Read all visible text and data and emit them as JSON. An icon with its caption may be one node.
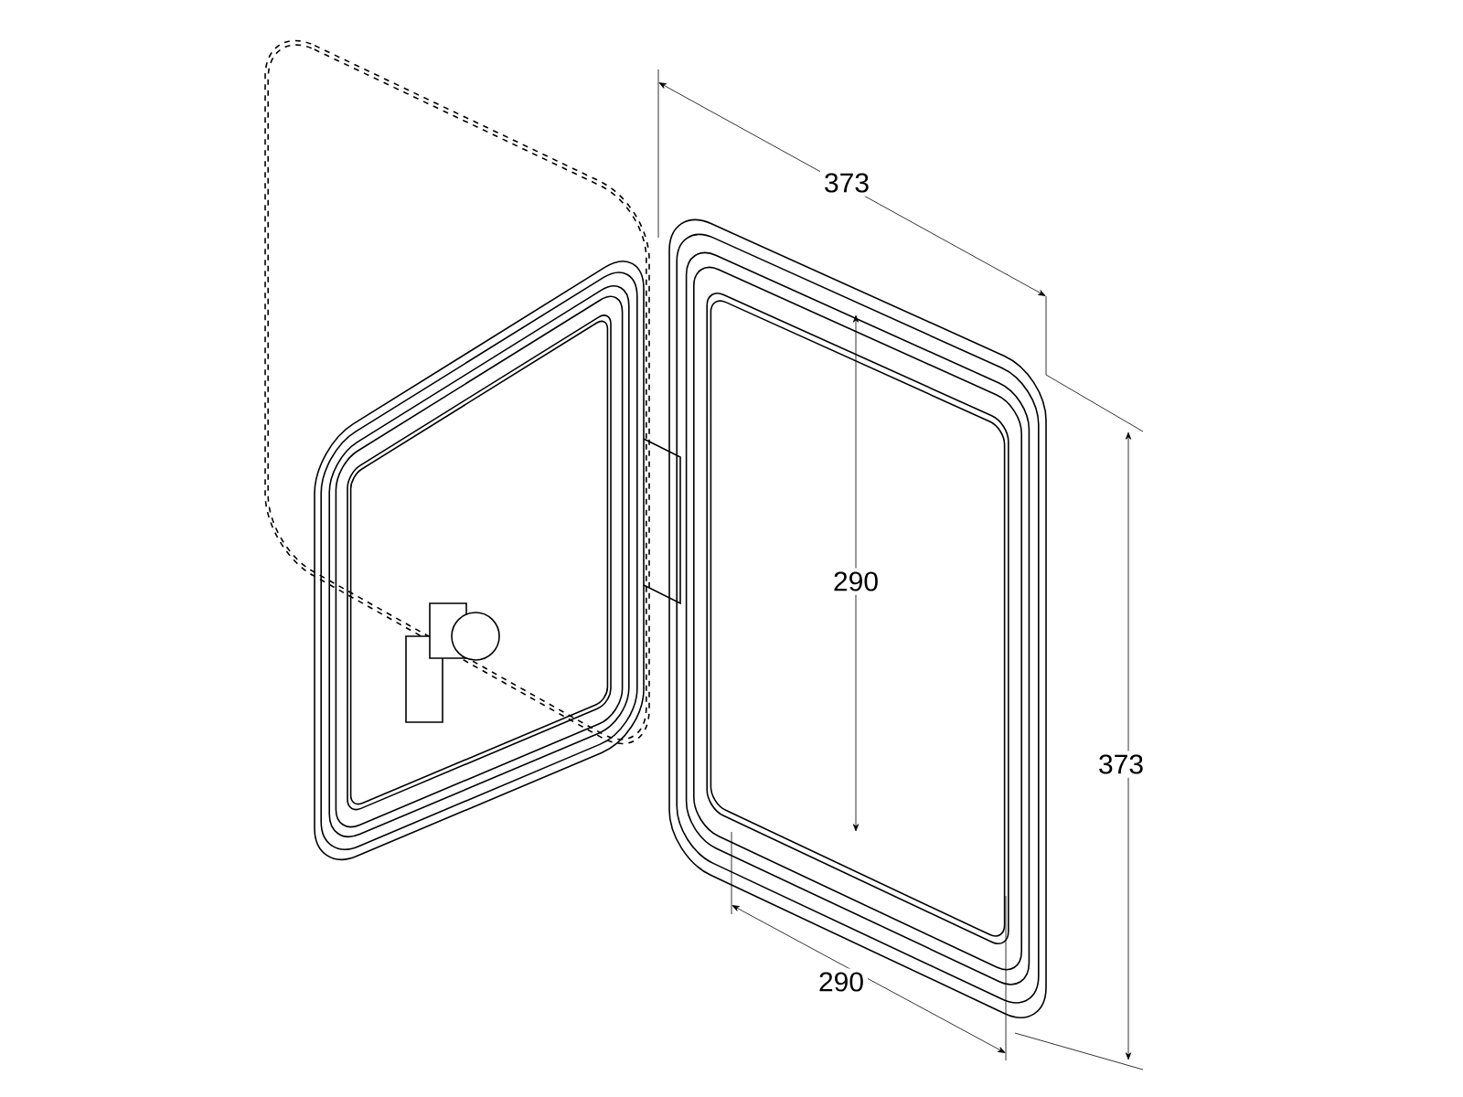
{
  "diagram": {
    "labels": [
      "373",
      "290",
      "373",
      "290"
    ]
  }
}
